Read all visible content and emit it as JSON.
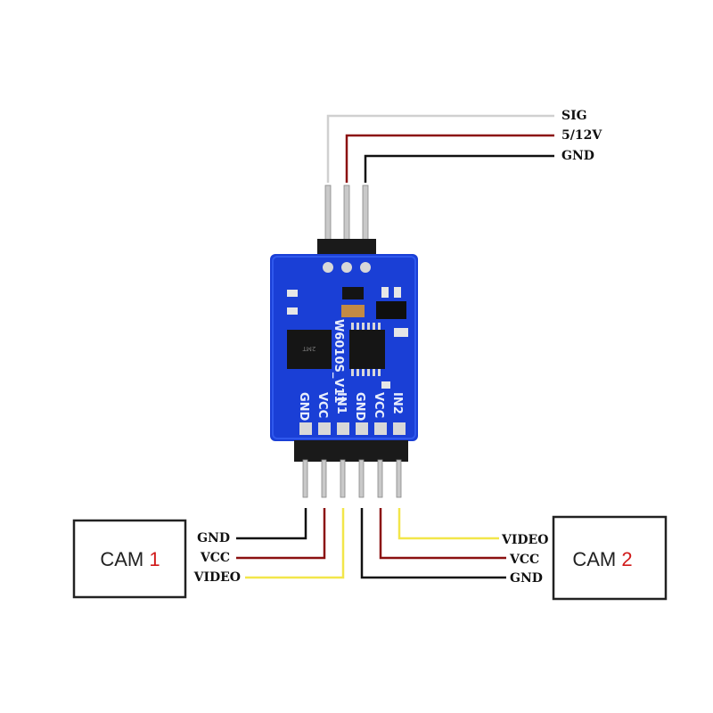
{
  "top_connector": {
    "labels": [
      "SIG",
      "5/12V",
      "GND"
    ],
    "wire_colors": [
      "#d9d9d9",
      "#8b1010",
      "#111111"
    ]
  },
  "board": {
    "silk_model": "W6010S_V11",
    "pin_labels": [
      "GND",
      "VCC",
      "IN1",
      "GND",
      "VCC",
      "IN2"
    ],
    "color": "#1a3fd6"
  },
  "cam1": {
    "name": "CAM ",
    "number": "1",
    "wires": [
      {
        "label": "GND",
        "color": "#111111"
      },
      {
        "label": "VCC",
        "color": "#8b1010"
      },
      {
        "label": "VIDEO",
        "color": "#f2e64a"
      }
    ]
  },
  "cam2": {
    "name": "CAM ",
    "number": "2",
    "wires": [
      {
        "label": "VIDEO",
        "color": "#f2e64a"
      },
      {
        "label": "VCC",
        "color": "#8b1010"
      },
      {
        "label": "GND",
        "color": "#111111"
      }
    ]
  }
}
